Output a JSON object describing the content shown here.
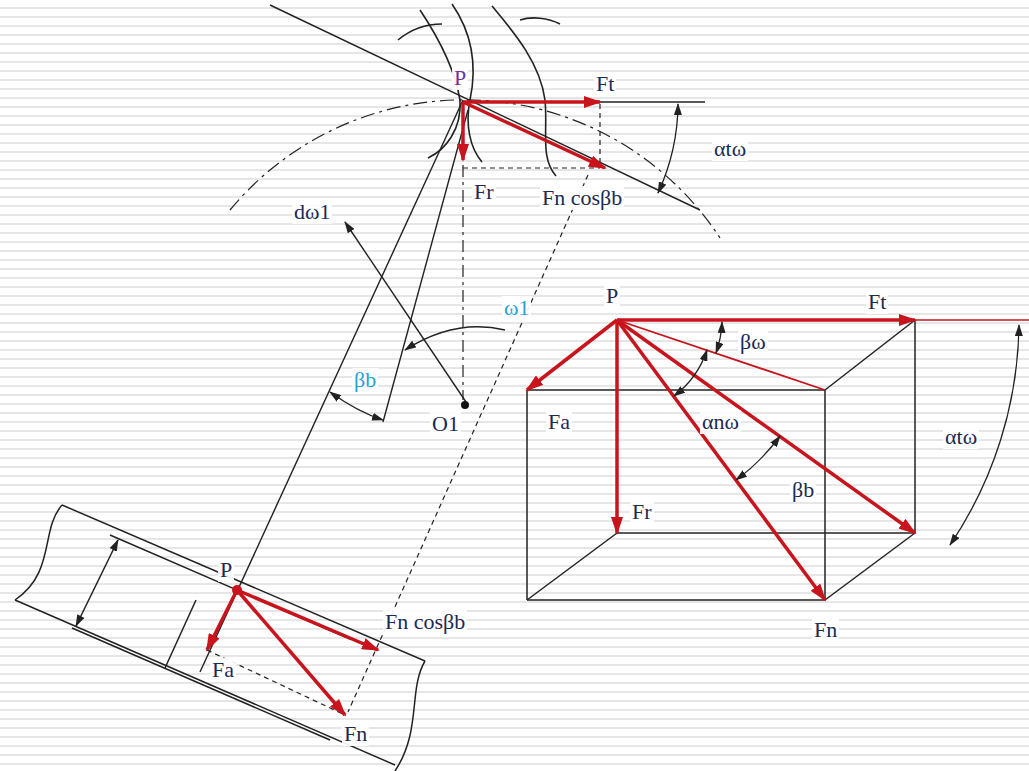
{
  "diagram": {
    "labels": [
      "P",
      "Ft",
      "αtω",
      "Fr",
      "Fn cosβb",
      "dω1",
      "ω1",
      "βb",
      "O1",
      "P",
      "Ft",
      "βω",
      "Fa",
      "αnω",
      "βb",
      "αtω",
      "Fr",
      "Fn",
      "P",
      "Fn cosβb",
      "Fa",
      "Fn"
    ]
  }
}
